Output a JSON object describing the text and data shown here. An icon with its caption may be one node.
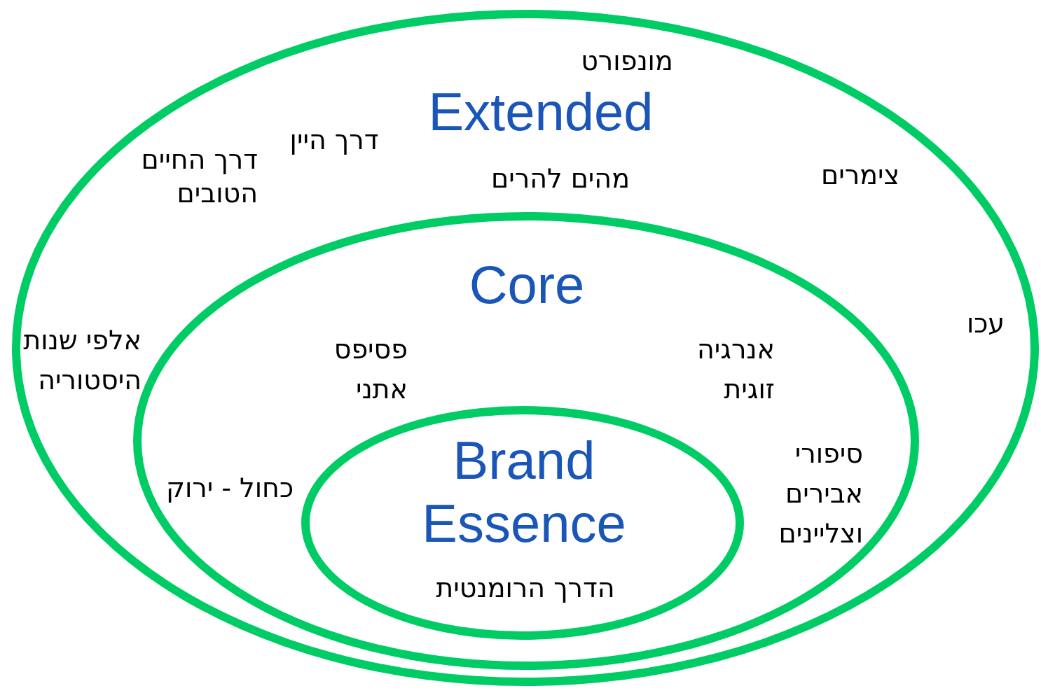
{
  "diagram": {
    "nodes": [
      {
        "text": [
          "מונפורט",
          "Extended",
          "דרך היין",
          "מהים להרים",
          "צימרים",
          "דרך החיים הטובים",
          "עכו",
          "אלפי שנות היסטוריה"
        ]
      },
      {
        "text": [
          "Core",
          "פסיפס אתני",
          "אנרגיה זוגית",
          "כחול - ירוק",
          "סיפורי אבירים וצליינים"
        ],
        "in": 0
      },
      {
        "text": [
          "Brand Essence",
          "הדרך הרומנטית"
        ],
        "in": 1
      }
    ]
  }
}
